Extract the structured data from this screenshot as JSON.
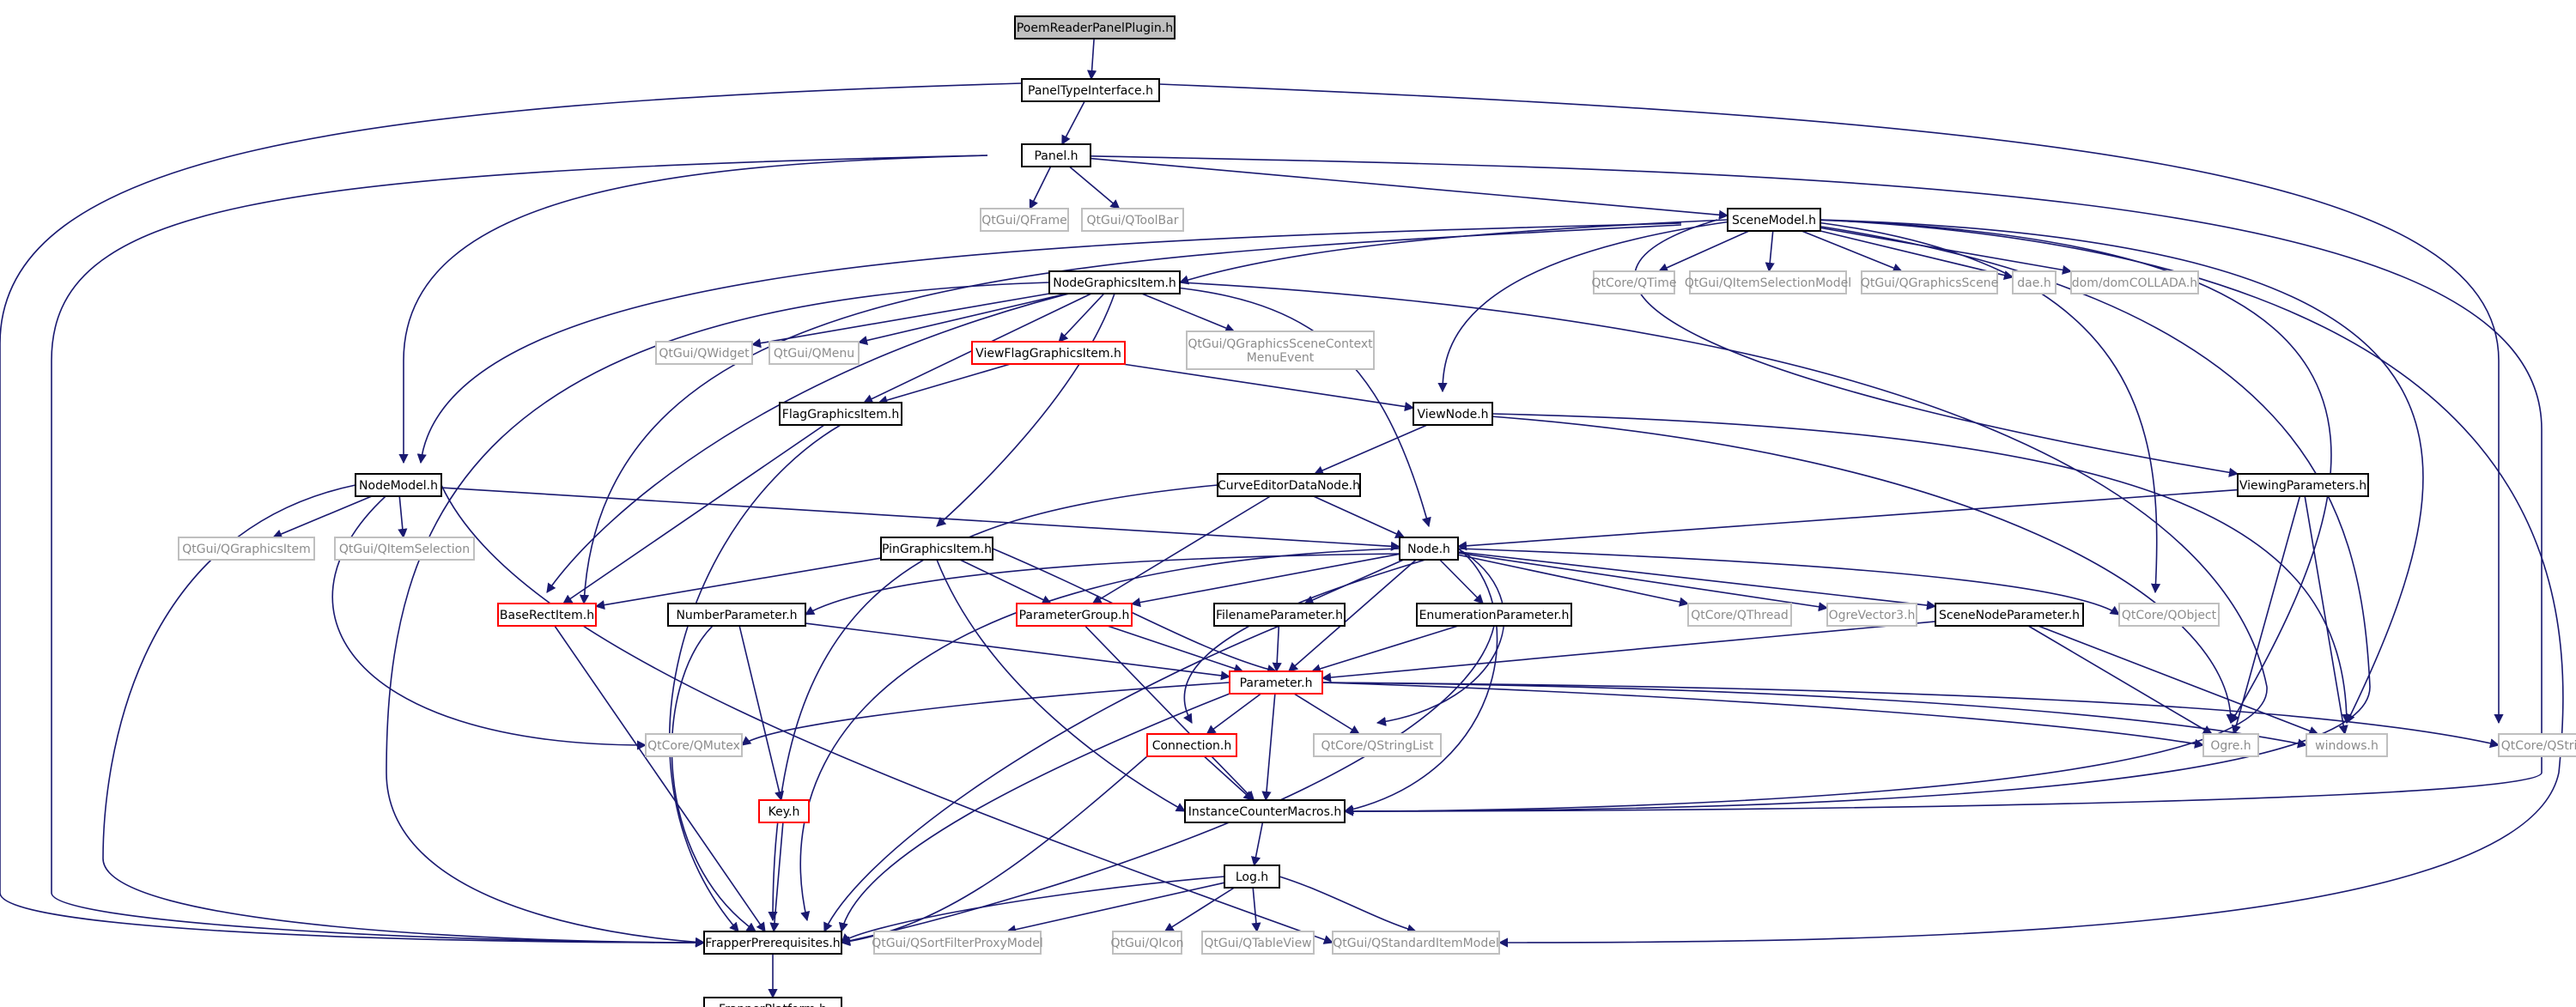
{
  "colors": {
    "edge": "#191970",
    "edge_to_gray": "#636363",
    "normal_border": "#000000",
    "normal_text": "#000000",
    "incomplete_border": "#ff0000",
    "external_border": "#bfbfbf",
    "external_text": "#8c8c8c",
    "root_fill": "#bfbfbf",
    "fill": "#ffffff"
  },
  "nodes": [
    {
      "id": "PoemReaderPanelPlugin",
      "label": "PoemReaderPanelPlugin.h",
      "kind": "root"
    },
    {
      "id": "PanelTypeInterface",
      "label": "PanelTypeInterface.h",
      "kind": "normal"
    },
    {
      "id": "Panel",
      "label": "Panel.h",
      "kind": "normal"
    },
    {
      "id": "QFrame",
      "label": "QtGui/QFrame",
      "kind": "external"
    },
    {
      "id": "QToolBar",
      "label": "QtGui/QToolBar",
      "kind": "external"
    },
    {
      "id": "SceneModel",
      "label": "SceneModel.h",
      "kind": "normal"
    },
    {
      "id": "NodeGraphicsItem",
      "label": "NodeGraphicsItem.h",
      "kind": "normal"
    },
    {
      "id": "QTime",
      "label": "QtCore/QTime",
      "kind": "external"
    },
    {
      "id": "QItemSelectionModel",
      "label": "QtGui/QItemSelectionModel",
      "kind": "external"
    },
    {
      "id": "QGraphicsScene",
      "label": "QtGui/QGraphicsScene",
      "kind": "external"
    },
    {
      "id": "dae",
      "label": "dae.h",
      "kind": "external"
    },
    {
      "id": "domCOLLADA",
      "label": "dom/domCOLLADA.h",
      "kind": "external"
    },
    {
      "id": "QWidget",
      "label": "QtGui/QWidget",
      "kind": "external"
    },
    {
      "id": "QMenu",
      "label": "QtGui/QMenu",
      "kind": "external"
    },
    {
      "id": "ViewFlagGraphicsItem",
      "label": "ViewFlagGraphicsItem.h",
      "kind": "incomplete"
    },
    {
      "id": "QGraphicsSceneContextMenuEvent",
      "label": "QtGui/QGraphicsSceneContext\nMenuEvent",
      "kind": "external"
    },
    {
      "id": "FlagGraphicsItem",
      "label": "FlagGraphicsItem.h",
      "kind": "normal"
    },
    {
      "id": "ViewNode",
      "label": "ViewNode.h",
      "kind": "normal"
    },
    {
      "id": "NodeModel",
      "label": "NodeModel.h",
      "kind": "normal"
    },
    {
      "id": "CurveEditorDataNode",
      "label": "CurveEditorDataNode.h",
      "kind": "normal"
    },
    {
      "id": "ViewingParameters",
      "label": "ViewingParameters.h",
      "kind": "normal"
    },
    {
      "id": "QGraphicsItem",
      "label": "QtGui/QGraphicsItem",
      "kind": "external"
    },
    {
      "id": "QItemSelection",
      "label": "QtGui/QItemSelection",
      "kind": "external"
    },
    {
      "id": "PinGraphicsItem",
      "label": "PinGraphicsItem.h",
      "kind": "normal"
    },
    {
      "id": "Node",
      "label": "Node.h",
      "kind": "normal"
    },
    {
      "id": "BaseRectItem",
      "label": "BaseRectItem.h",
      "kind": "incomplete"
    },
    {
      "id": "NumberParameter",
      "label": "NumberParameter.h",
      "kind": "normal"
    },
    {
      "id": "ParameterGroup",
      "label": "ParameterGroup.h",
      "kind": "incomplete"
    },
    {
      "id": "FilenameParameter",
      "label": "FilenameParameter.h",
      "kind": "normal"
    },
    {
      "id": "EnumerationParameter",
      "label": "EnumerationParameter.h",
      "kind": "normal"
    },
    {
      "id": "QThread",
      "label": "QtCore/QThread",
      "kind": "external"
    },
    {
      "id": "OgreVector3",
      "label": "OgreVector3.h",
      "kind": "external"
    },
    {
      "id": "SceneNodeParameter",
      "label": "SceneNodeParameter.h",
      "kind": "normal"
    },
    {
      "id": "QObject",
      "label": "QtCore/QObject",
      "kind": "external"
    },
    {
      "id": "Parameter",
      "label": "Parameter.h",
      "kind": "incomplete"
    },
    {
      "id": "QMutex",
      "label": "QtCore/QMutex",
      "kind": "external"
    },
    {
      "id": "Connection",
      "label": "Connection.h",
      "kind": "incomplete"
    },
    {
      "id": "QStringList",
      "label": "QtCore/QStringList",
      "kind": "external"
    },
    {
      "id": "Ogre",
      "label": "Ogre.h",
      "kind": "external"
    },
    {
      "id": "windows",
      "label": "windows.h",
      "kind": "external"
    },
    {
      "id": "QString",
      "label": "QtCore/QString",
      "kind": "external"
    },
    {
      "id": "Key",
      "label": "Key.h",
      "kind": "incomplete"
    },
    {
      "id": "InstanceCounterMacros",
      "label": "InstanceCounterMacros.h",
      "kind": "normal"
    },
    {
      "id": "Log",
      "label": "Log.h",
      "kind": "normal"
    },
    {
      "id": "FrapperPrerequisites",
      "label": "FrapperPrerequisites.h",
      "kind": "normal"
    },
    {
      "id": "QSortFilterProxyModel",
      "label": "QtGui/QSortFilterProxyModel",
      "kind": "external"
    },
    {
      "id": "QIcon",
      "label": "QtGui/QIcon",
      "kind": "external"
    },
    {
      "id": "QTableView",
      "label": "QtGui/QTableView",
      "kind": "external"
    },
    {
      "id": "QStandardItemModel",
      "label": "QtGui/QStandardItemModel",
      "kind": "external"
    },
    {
      "id": "FrapperPlatform",
      "label": "FrapperPlatform.h",
      "kind": "normal"
    }
  ],
  "edges": [
    [
      "PoemReaderPanelPlugin",
      "PanelTypeInterface"
    ],
    [
      "PanelTypeInterface",
      "Panel"
    ],
    [
      "PanelTypeInterface",
      "FrapperPrerequisites"
    ],
    [
      "PanelTypeInterface",
      "QString"
    ],
    [
      "Panel",
      "QFrame"
    ],
    [
      "Panel",
      "QToolBar"
    ],
    [
      "Panel",
      "SceneModel"
    ],
    [
      "Panel",
      "NodeModel"
    ],
    [
      "Panel",
      "FrapperPrerequisites"
    ],
    [
      "Panel",
      "InstanceCounterMacros"
    ],
    [
      "SceneModel",
      "NodeGraphicsItem"
    ],
    [
      "SceneModel",
      "QTime"
    ],
    [
      "SceneModel",
      "QItemSelectionModel"
    ],
    [
      "SceneModel",
      "QGraphicsScene"
    ],
    [
      "SceneModel",
      "dae"
    ],
    [
      "SceneModel",
      "domCOLLADA"
    ],
    [
      "SceneModel",
      "NodeModel"
    ],
    [
      "SceneModel",
      "ViewNode"
    ],
    [
      "SceneModel",
      "ViewingParameters"
    ],
    [
      "SceneModel",
      "NumberParameter"
    ],
    [
      "SceneModel",
      "QObject"
    ],
    [
      "SceneModel",
      "Ogre"
    ],
    [
      "SceneModel",
      "windows"
    ],
    [
      "SceneModel",
      "QStandardItemModel"
    ],
    [
      "SceneModel",
      "InstanceCounterMacros"
    ],
    [
      "NodeGraphicsItem",
      "QWidget"
    ],
    [
      "NodeGraphicsItem",
      "QMenu"
    ],
    [
      "NodeGraphicsItem",
      "ViewFlagGraphicsItem"
    ],
    [
      "NodeGraphicsItem",
      "QGraphicsSceneContextMenuEvent"
    ],
    [
      "NodeGraphicsItem",
      "FlagGraphicsItem"
    ],
    [
      "NodeGraphicsItem",
      "PinGraphicsItem"
    ],
    [
      "NodeGraphicsItem",
      "Node"
    ],
    [
      "NodeGraphicsItem",
      "BaseRectItem"
    ],
    [
      "NodeGraphicsItem",
      "FrapperPrerequisites"
    ],
    [
      "NodeGraphicsItem",
      "InstanceCounterMacros"
    ],
    [
      "ViewFlagGraphicsItem",
      "FlagGraphicsItem"
    ],
    [
      "ViewFlagGraphicsItem",
      "ViewNode"
    ],
    [
      "FlagGraphicsItem",
      "BaseRectItem"
    ],
    [
      "FlagGraphicsItem",
      "FrapperPrerequisites"
    ],
    [
      "ViewNode",
      "CurveEditorDataNode"
    ],
    [
      "ViewNode",
      "Ogre"
    ],
    [
      "ViewNode",
      "windows"
    ],
    [
      "NodeModel",
      "QGraphicsItem"
    ],
    [
      "NodeModel",
      "QItemSelection"
    ],
    [
      "NodeModel",
      "Node"
    ],
    [
      "NodeModel",
      "QMutex"
    ],
    [
      "NodeModel",
      "QStandardItemModel"
    ],
    [
      "NodeModel",
      "FrapperPrerequisites"
    ],
    [
      "CurveEditorDataNode",
      "Node"
    ],
    [
      "CurveEditorDataNode",
      "ParameterGroup"
    ],
    [
      "CurveEditorDataNode",
      "FrapperPrerequisites"
    ],
    [
      "ViewingParameters",
      "Node"
    ],
    [
      "ViewingParameters",
      "Ogre"
    ],
    [
      "ViewingParameters",
      "windows"
    ],
    [
      "PinGraphicsItem",
      "BaseRectItem"
    ],
    [
      "PinGraphicsItem",
      "ParameterGroup"
    ],
    [
      "PinGraphicsItem",
      "Parameter"
    ],
    [
      "PinGraphicsItem",
      "InstanceCounterMacros"
    ],
    [
      "Node",
      "NumberParameter"
    ],
    [
      "Node",
      "ParameterGroup"
    ],
    [
      "Node",
      "FilenameParameter"
    ],
    [
      "Node",
      "EnumerationParameter"
    ],
    [
      "Node",
      "QThread"
    ],
    [
      "Node",
      "OgreVector3"
    ],
    [
      "Node",
      "SceneNodeParameter"
    ],
    [
      "Node",
      "QObject"
    ],
    [
      "Node",
      "Parameter"
    ],
    [
      "Node",
      "Connection"
    ],
    [
      "Node",
      "QStringList"
    ],
    [
      "Node",
      "InstanceCounterMacros"
    ],
    [
      "Node",
      "FrapperPrerequisites"
    ],
    [
      "BaseRectItem",
      "FrapperPrerequisites"
    ],
    [
      "NumberParameter",
      "Parameter"
    ],
    [
      "NumberParameter",
      "Key"
    ],
    [
      "NumberParameter",
      "FrapperPrerequisites"
    ],
    [
      "ParameterGroup",
      "Parameter"
    ],
    [
      "ParameterGroup",
      "InstanceCounterMacros"
    ],
    [
      "FilenameParameter",
      "Parameter"
    ],
    [
      "FilenameParameter",
      "FrapperPrerequisites"
    ],
    [
      "EnumerationParameter",
      "Parameter"
    ],
    [
      "EnumerationParameter",
      "FrapperPrerequisites"
    ],
    [
      "SceneNodeParameter",
      "Parameter"
    ],
    [
      "SceneNodeParameter",
      "Ogre"
    ],
    [
      "SceneNodeParameter",
      "windows"
    ],
    [
      "Parameter",
      "QMutex"
    ],
    [
      "Parameter",
      "Connection"
    ],
    [
      "Parameter",
      "QStringList"
    ],
    [
      "Parameter",
      "Ogre"
    ],
    [
      "Parameter",
      "windows"
    ],
    [
      "Parameter",
      "QString"
    ],
    [
      "Parameter",
      "InstanceCounterMacros"
    ],
    [
      "Parameter",
      "FrapperPrerequisites"
    ],
    [
      "Connection",
      "InstanceCounterMacros"
    ],
    [
      "Connection",
      "FrapperPrerequisites"
    ],
    [
      "Key",
      "FrapperPrerequisites"
    ],
    [
      "InstanceCounterMacros",
      "Log"
    ],
    [
      "Log",
      "FrapperPrerequisites"
    ],
    [
      "Log",
      "QSortFilterProxyModel"
    ],
    [
      "Log",
      "QIcon"
    ],
    [
      "Log",
      "QTableView"
    ],
    [
      "Log",
      "QStandardItemModel"
    ],
    [
      "FrapperPrerequisites",
      "FrapperPlatform"
    ]
  ]
}
